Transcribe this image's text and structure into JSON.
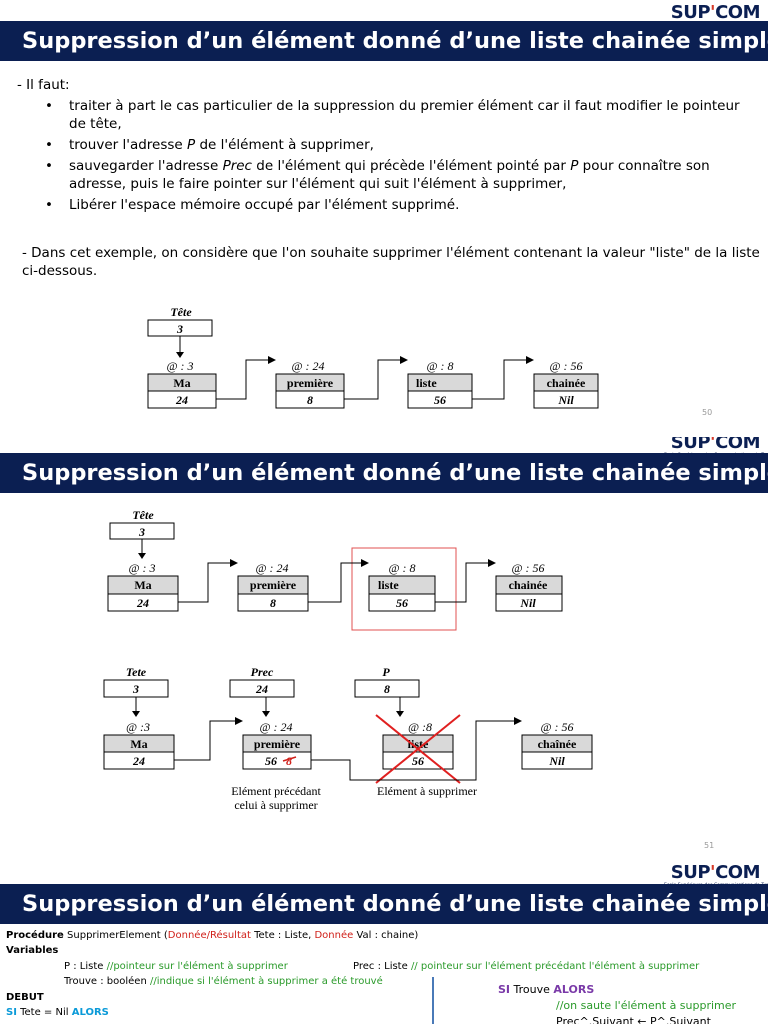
{
  "slide1": {
    "title": "Suppression d’un élément donné d’une liste chainée simple",
    "intro": "- Il faut:",
    "bullets": [
      "traiter à part le cas particulier de la suppression du premier élément car il faut modifier le pointeur de tête,",
      "trouver l'adresse P de l'élément à supprimer,",
      "sauvegarder l'adresse Prec de l'élément qui précède l'élément pointé par P pour connaître son adresse, puis le faire pointer sur l'élément qui suit l'élément à supprimer,",
      "Libérer l'espace mémoire occupé par l'élément supprimé."
    ],
    "example": "- Dans cet exemple, on considère que l'on souhaite supprimer l'élément contenant la valeur \"liste\" de la liste ci-dessous.",
    "head_label": "Tête",
    "head_value": "3",
    "nodes": [
      {
        "addr": "@ : 3",
        "value": "Ma",
        "next": "24"
      },
      {
        "addr": "@ : 24",
        "value": "première",
        "next": "8"
      },
      {
        "addr": "@ : 8",
        "value": "liste",
        "next": "56"
      },
      {
        "addr": "@ : 56",
        "value": "chainée",
        "next": "Nil"
      }
    ],
    "page_number": "50"
  },
  "slide2": {
    "title": "Suppression d’un élément donné d’une liste chainée simple",
    "top_head_label": "Tête",
    "top_head_value": "3",
    "top_nodes": [
      {
        "addr": "@ : 3",
        "value": "Ma",
        "next": "24"
      },
      {
        "addr": "@ : 24",
        "value": "première",
        "next": "8"
      },
      {
        "addr": "@ : 8",
        "value": "liste",
        "next": "56"
      },
      {
        "addr": "@ : 56",
        "value": "chainée",
        "next": "Nil"
      }
    ],
    "pointers": [
      {
        "label": "Tete",
        "value": "3"
      },
      {
        "label": "Prec",
        "value": "24"
      },
      {
        "label": "P",
        "value": "8"
      }
    ],
    "bottom_nodes": [
      {
        "addr": "@ :3",
        "value": "Ma",
        "next": "24"
      },
      {
        "addr": "@ : 24",
        "value": "première",
        "next": "56",
        "old_next": "8"
      },
      {
        "addr": "@ :8",
        "value": "liste",
        "next": "56"
      },
      {
        "addr": "@ : 56",
        "value": "chaînée",
        "next": "Nil"
      }
    ],
    "caption_prev_line1": "Elément précédant",
    "caption_prev_line2": "celui à supprimer",
    "caption_del": "Elément à supprimer",
    "page_number": "51"
  },
  "slide3": {
    "title": "Suppression d’un élément donné d’une liste chainée simple",
    "proc_kw": "Procédure",
    "proc_name": "SupprimerElement (",
    "proc_param1_mode": "Donnée/Résultat",
    "proc_param1": " Tete : Liste, ",
    "proc_param2_mode": "Donnée",
    "proc_param2": " Val : chaine)",
    "variables_kw": "Variables",
    "var_p": "P : Liste ",
    "var_p_comment": "//pointeur sur l'élément à supprimer",
    "var_prec": "Prec : Liste ",
    "var_prec_comment": "// pointeur sur l'élément précédant l'élément à supprimer",
    "var_trouve": "Trouve : booléen ",
    "var_trouve_comment": "//indique si l'élément à supprimer a été trouvé",
    "debut_kw": "DEBUT",
    "si_kw": "SI",
    "si_cond": " Tete = Nil ",
    "alors_kw": "ALORS",
    "right_si": "SI",
    "right_cond": " Trouve ",
    "right_alors": "ALORS",
    "right_comment": "//on saute l'élément à supprimer",
    "right_stmt": "Prec^.Suivant ← P^.Suivant"
  },
  "colors": {
    "banner": "#0b1f52",
    "accent_red": "#d0201a",
    "logo_red": "#d63a2a",
    "keyword_blue": "#0a9ad8",
    "comment_green": "#2a9a2a",
    "keyword_purple": "#7a3aa8",
    "node_fill": "#d9d9d9"
  },
  "logo": {
    "brand_a": "SUP",
    "brand_q": "'",
    "brand_b": "COM",
    "tagline": "Ecole Supérieure des Communications de Tunis"
  }
}
